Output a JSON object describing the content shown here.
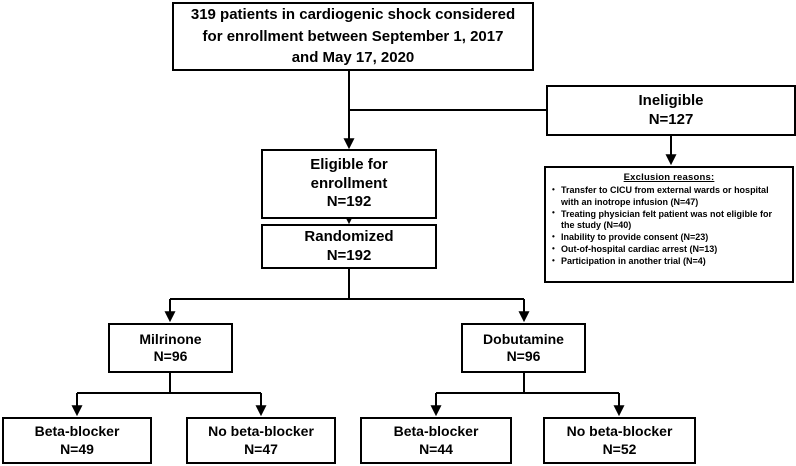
{
  "diagram": {
    "title": "CONSORT patient flow diagram",
    "type": "flowchart",
    "colors": {
      "stroke": "#000000",
      "fill": "#ffffff",
      "text": "#000000"
    }
  },
  "nodes": {
    "screened": {
      "line1": "319 patients in cardiogenic shock considered",
      "line2": "for enrollment between September 1, 2017",
      "line3": "and May 17, 2020",
      "count": 319
    },
    "ineligible": {
      "label": "Ineligible",
      "n": "N=127",
      "count": 127
    },
    "eligible": {
      "line1": "Eligible for",
      "line2": "enrollment",
      "n": "N=192",
      "count": 192
    },
    "randomized": {
      "label": "Randomized",
      "n": "N=192",
      "count": 192
    },
    "milrinone": {
      "label": "Milrinone",
      "n": "N=96",
      "count": 96
    },
    "dobutamine": {
      "label": "Dobutamine",
      "n": "N=96",
      "count": 96
    },
    "milrinone_bb": {
      "label": "Beta-blocker",
      "n": "N=49",
      "count": 49
    },
    "milrinone_nobb": {
      "label": "No beta-blocker",
      "n": "N=47",
      "count": 47
    },
    "dobutamine_bb": {
      "label": "Beta-blocker",
      "n": "N=44",
      "count": 44
    },
    "dobutamine_nobb": {
      "label": "No beta-blocker",
      "n": "N=52",
      "count": 52
    }
  },
  "exclusions": {
    "title": "Exclusion reasons:",
    "items": [
      {
        "line1": "Transfer to CICU from external wards or",
        "line2": "hospital with an inotrope infusion (N=47)",
        "count": 47
      },
      {
        "line1": "Treating physician felt patient was not",
        "line2": "eligible for the study (N=40)",
        "count": 40
      },
      {
        "line1": "Inability to provide consent (N=23)",
        "line2": "",
        "count": 23
      },
      {
        "line1": "Out-of-hospital cardiac arrest (N=13)",
        "line2": "",
        "count": 13
      },
      {
        "line1": "Participation in another trial (N=4)",
        "line2": "",
        "count": 4
      }
    ]
  },
  "chart_data": {
    "type": "flowchart",
    "title": "319 patients in cardiogenic shock considered for enrollment between September 1, 2017 and May 17, 2020",
    "stages": [
      {
        "name": "Screened",
        "value": 319
      },
      {
        "name": "Ineligible",
        "value": 127
      },
      {
        "name": "Eligible for enrollment",
        "value": 192
      },
      {
        "name": "Randomized",
        "value": 192
      },
      {
        "name": "Milrinone",
        "value": 96
      },
      {
        "name": "Dobutamine",
        "value": 96
      },
      {
        "name": "Milrinone - Beta-blocker",
        "value": 49
      },
      {
        "name": "Milrinone - No beta-blocker",
        "value": 47
      },
      {
        "name": "Dobutamine - Beta-blocker",
        "value": 44
      },
      {
        "name": "Dobutamine - No beta-blocker",
        "value": 52
      }
    ],
    "exclusion_breakdown": [
      {
        "reason": "Transfer to CICU from external wards or hospital with an inotrope infusion",
        "value": 47
      },
      {
        "reason": "Treating physician felt patient was not eligible for the study",
        "value": 40
      },
      {
        "reason": "Inability to provide consent",
        "value": 23
      },
      {
        "reason": "Out-of-hospital cardiac arrest",
        "value": 13
      },
      {
        "reason": "Participation in another trial",
        "value": 4
      }
    ]
  }
}
